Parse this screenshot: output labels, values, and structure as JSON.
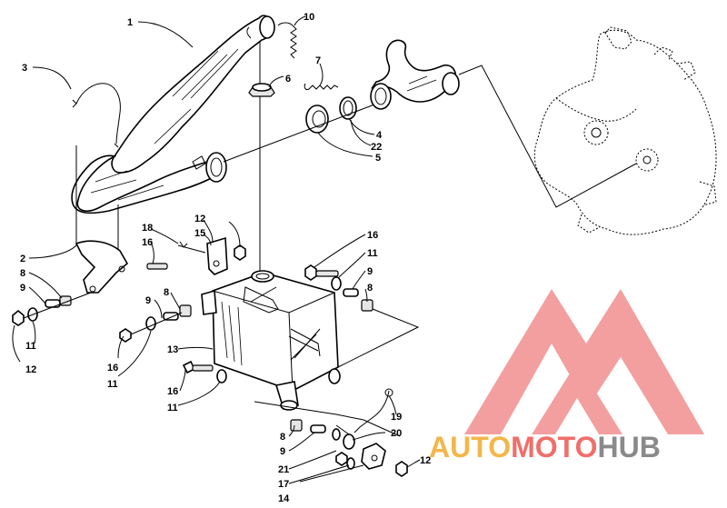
{
  "diagram": {
    "callouts": [
      "1",
      "2",
      "3",
      "4",
      "5",
      "6",
      "7",
      "8",
      "9",
      "10",
      "11",
      "12",
      "13",
      "14",
      "15",
      "16",
      "17",
      "18",
      "19",
      "20",
      "21",
      "22"
    ]
  },
  "watermark": {
    "part1": "AUTO",
    "part2": "MOTO",
    "part3": "HUB",
    "color_triangle": "#f08080",
    "color_part1": "#f4b64a",
    "color_part2": "#ef6f6a",
    "color_part3": "#8a8a8a"
  }
}
